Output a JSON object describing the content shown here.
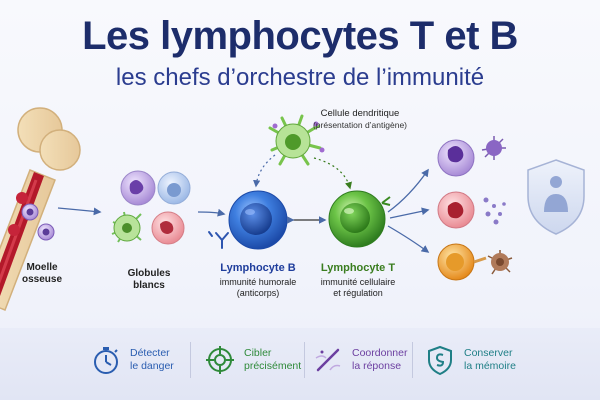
{
  "header": {
    "title": "Les lymphocytes T et B",
    "subtitle": "les chefs d’orchestre de l’immunité"
  },
  "labels": {
    "dendritic_title": "Cellule dendritique",
    "dendritic_sub": "(présentation d’antigène)",
    "marrow_1": "Moelle",
    "marrow_2": "osseuse",
    "wbc_1": "Globules",
    "wbc_2": "blancs",
    "b_title": "Lymphocyte B",
    "b_sub_1": "immunité humorale",
    "b_sub_2": "(anticorps)",
    "t_title": "Lymphocyte T",
    "t_sub_1": "immunité cellulaire",
    "t_sub_2": "et régulation"
  },
  "footer": {
    "items": [
      {
        "line1": "Détecter",
        "line2": "le danger",
        "icon": "stopwatch-icon",
        "color": "#2a5db0"
      },
      {
        "line1": "Cibler",
        "line2": "précisément",
        "icon": "target-icon",
        "color": "#2f8a3a"
      },
      {
        "line1": "Coordonner",
        "line2": "la réponse",
        "icon": "baton-icon",
        "color": "#6c3fa0"
      },
      {
        "line1": "Conserver",
        "line2": "la mémoire",
        "icon": "shield-memory-icon",
        "color": "#1f7f86"
      }
    ]
  },
  "colors": {
    "title": "#1d2d6b",
    "b_cell": "#2f6fd8",
    "t_cell": "#56b53a",
    "dendritic": "#6fbf3f"
  }
}
